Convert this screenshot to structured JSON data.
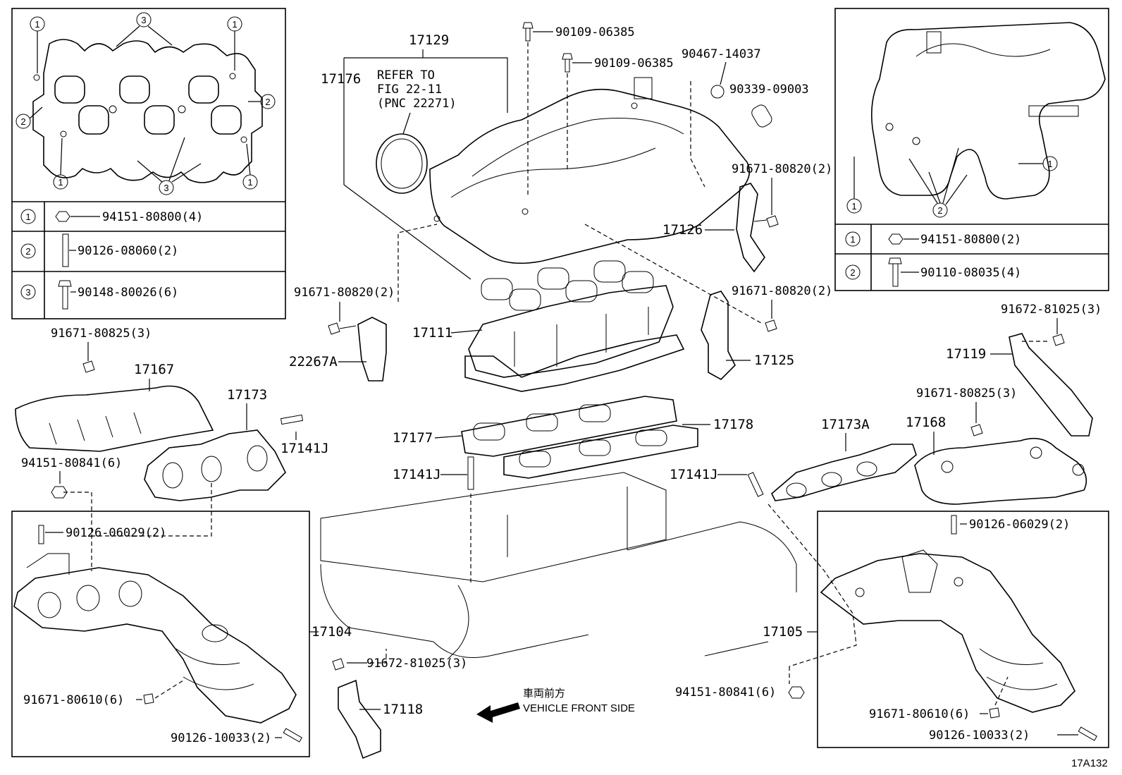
{
  "figure_code": "17A132",
  "direction": {
    "jp": "車両前方",
    "en": "VEHICLE FRONT SIDE"
  },
  "refer_note": [
    "REFER TO",
    "FIG 22-11",
    "(PNC 22271)"
  ],
  "inset_left": {
    "callouts": [
      "1",
      "2",
      "3"
    ],
    "legend": [
      {
        "key": "1",
        "part": "94151-80800(4)",
        "icon": "nut-icon"
      },
      {
        "key": "2",
        "part": "90126-08060(2)",
        "icon": "stud-icon"
      },
      {
        "key": "3",
        "part": "90148-80026(6)",
        "icon": "bolt-icon"
      }
    ]
  },
  "inset_right": {
    "callouts": [
      "1",
      "2"
    ],
    "legend": [
      {
        "key": "1",
        "part": "94151-80800(2)",
        "icon": "nut-icon"
      },
      {
        "key": "2",
        "part": "90110-08035(4)",
        "icon": "bolt-icon"
      }
    ]
  },
  "parts": {
    "p17129": "17129",
    "p17176": "17176",
    "p90109a": "90109-06385",
    "p90109b": "90109-06385",
    "p90467": "90467-14037",
    "p90339": "90339-09003",
    "p91671_820a": "91671-80820(2)",
    "p17126": "17126",
    "p91671_820b": "91671-80820(2)",
    "p91671_820c": "91671-80820(2)",
    "p17111": "17111",
    "p22267A": "22267A",
    "p17125": "17125",
    "p91671_825a": "91671-80825(3)",
    "p17167": "17167",
    "p17173": "17173",
    "p17141J_a": "17141J",
    "p94151_841a": "94151-80841(6)",
    "p17177": "17177",
    "p17178": "17178",
    "p17141J_b": "17141J",
    "p17141J_c": "17141J",
    "p17173A": "17173A",
    "p91672_825": "91672-81025(3)",
    "p17119": "17119",
    "p91671_825b": "91671-80825(3)",
    "p17168": "17168",
    "p90126_029a": "90126-06029(2)",
    "p17104": "17104",
    "p91672_025": "91672-81025(3)",
    "p17118": "17118",
    "p91671_610a": "91671-80610(6)",
    "p90126_033a": "90126-10033(2)",
    "p90126_029b": "90126-06029(2)",
    "p17105": "17105",
    "p94151_841b": "94151-80841(6)",
    "p91671_610b": "91671-80610(6)",
    "p90126_033b": "90126-10033(2)"
  }
}
